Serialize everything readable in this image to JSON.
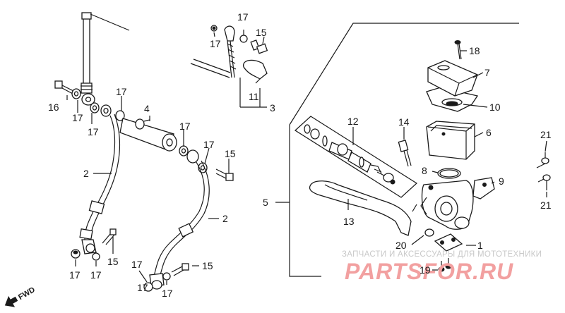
{
  "labels": {
    "l1": "1",
    "l2a": "2",
    "l2b": "2",
    "l3": "3",
    "l4": "4",
    "l5": "5",
    "l6": "6",
    "l7": "7",
    "l8": "8",
    "l9": "9",
    "l10": "10",
    "l11": "11",
    "l12": "12",
    "l13": "13",
    "l14": "14",
    "l15a": "15",
    "l15b": "15",
    "l15c": "15",
    "l15d": "15",
    "l16": "16",
    "l17a": "17",
    "l17b": "17",
    "l17c": "17",
    "l17d": "17",
    "l17e": "17",
    "l17f": "17",
    "l17g": "17",
    "l17h": "17",
    "l17i": "17",
    "l17j": "17",
    "l17k": "17",
    "l17l": "17",
    "l18": "18",
    "l19": "19",
    "l20": "20",
    "l21a": "21",
    "l21b": "21"
  },
  "watermark": {
    "line1": "ЗАПЧАСТИ И АКСЕССУАРЫ ДЛЯ МОТОТЕХНИКИ",
    "line2": "PARTSFOR.RU"
  },
  "direction_marker": "FWD",
  "colors": {
    "ink": "#1a1a1a",
    "watermark_red": "#f2a0a0",
    "watermark_gray": "#c9c9c9"
  }
}
